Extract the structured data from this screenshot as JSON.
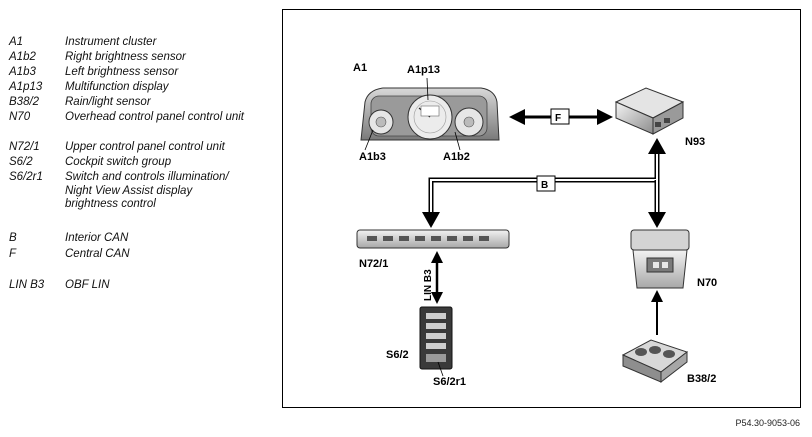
{
  "legend": [
    {
      "code": "A1",
      "desc": "Instrument cluster"
    },
    {
      "code": "A1b2",
      "desc": "Right brightness sensor"
    },
    {
      "code": "A1b3",
      "desc": "Left brightness sensor"
    },
    {
      "code": "A1p13",
      "desc": "Multifunction display"
    },
    {
      "code": "B38/2",
      "desc": "Rain/light sensor"
    },
    {
      "code": "N70",
      "desc": "Overhead control panel control unit"
    },
    {
      "code": "N72/1",
      "desc": "Upper control panel control unit"
    },
    {
      "code": "S6/2",
      "desc": "Cockpit switch group"
    },
    {
      "code": "S6/2r1",
      "desc": "Switch and controls illumination/ Night View Assist display brightness control"
    },
    {
      "code": "B",
      "desc": "Interior CAN"
    },
    {
      "code": "F",
      "desc": "Central CAN"
    },
    {
      "code": "LIN B3",
      "desc": "OBF LIN"
    }
  ],
  "diagram": {
    "labels": {
      "a1": "A1",
      "a1p13": "A1p13",
      "a1b3": "A1b3",
      "a1b2": "A1b2",
      "n93": "N93",
      "n72_1": "N72/1",
      "n70": "N70",
      "s6_2": "S6/2",
      "s6_2r1": "S6/2r1",
      "b38_2": "B38/2",
      "lin_b3": "LIN B3",
      "bus_f": "F",
      "bus_b": "B"
    }
  },
  "figure_ref": "P54.30-9053-06"
}
